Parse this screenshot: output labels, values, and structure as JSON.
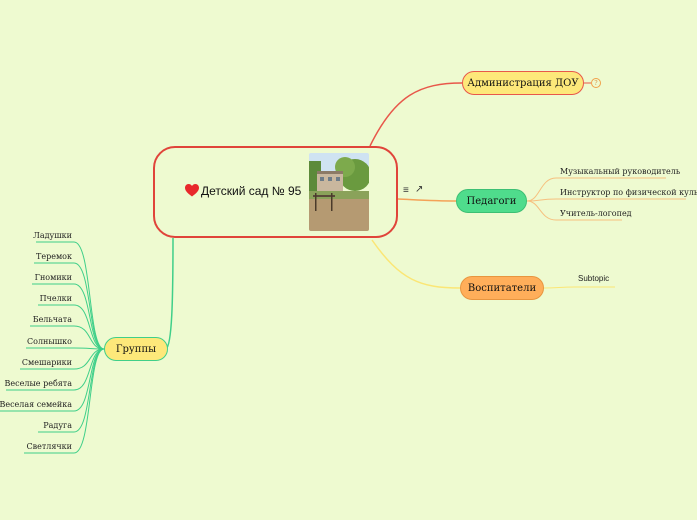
{
  "root": {
    "title": "Детский сад № 95",
    "heart_color": "#e8282b",
    "border_color": "#e0443a",
    "photo_alt": "фото здания детского сада"
  },
  "branches": {
    "admin": {
      "label": "Администрация ДОУ",
      "badge": "?",
      "fill": "#fde87a",
      "stroke": "#e8574a"
    },
    "pedagogues": {
      "label": "Педагоги",
      "fill": "#4fdc8c",
      "stroke": "#f4a257",
      "icons": [
        "≡",
        "↗"
      ],
      "children": [
        "Музыкальный руководитель",
        "Инструктор по физической культуре",
        "Учитель-логопед"
      ]
    },
    "educators": {
      "label": "Воспитатели",
      "fill": "#ffae5a",
      "stroke": "#fbe675",
      "children": [
        "Subtopic"
      ]
    },
    "groups": {
      "label": "Группы",
      "fill": "#fde87a",
      "stroke": "#3fcf89",
      "children": [
        "Ладушки",
        "Теремок",
        "Гномики",
        "Пчелки",
        "Бельчата",
        "Солнышко",
        "Смешарики",
        "Веселые ребята",
        "Веселая семейка",
        "Радуга",
        "Светлячки"
      ]
    }
  }
}
